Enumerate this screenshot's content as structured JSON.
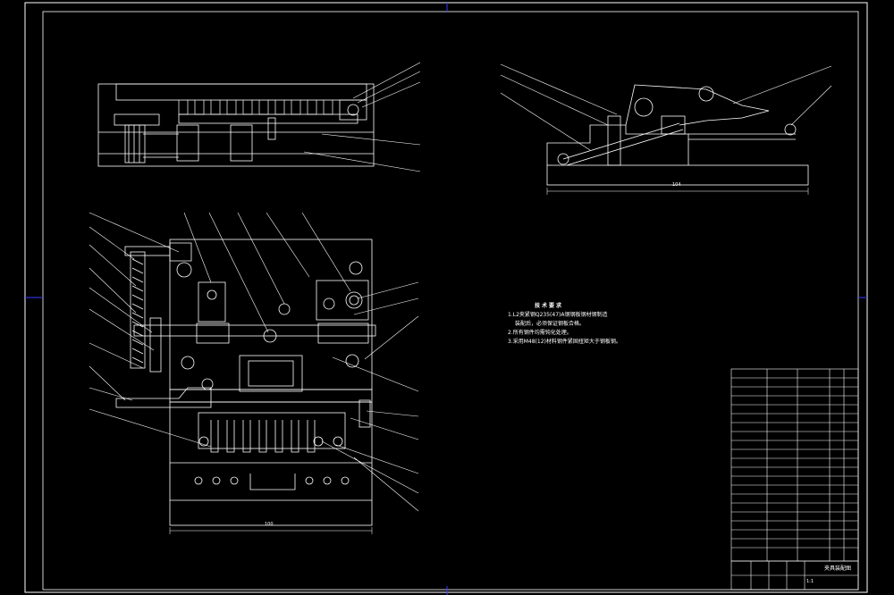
{
  "tech_notes": {
    "title": "技术要求",
    "lines": [
      "1.L2夹紧钢Q235(47)A钢钢板钢材钢制造",
      "装配后，必须保证钢板合格。",
      "2.所有钢件均需钝化处理。",
      "3.采用M48(12)材料钢件紧固扭矩大于钢板钢。"
    ]
  },
  "dimensions": {
    "top_right_width": "104",
    "bottom_left_width": "100"
  },
  "title_block": {
    "drawing_title": "夹具装配图",
    "scale": "1:1"
  },
  "colors": {
    "background": "#000000",
    "lines": "#ffffff",
    "frame": "#ffffff",
    "center_marks": "#3a3aff",
    "leaders": "#ffffff",
    "accent": "#f0c040"
  }
}
